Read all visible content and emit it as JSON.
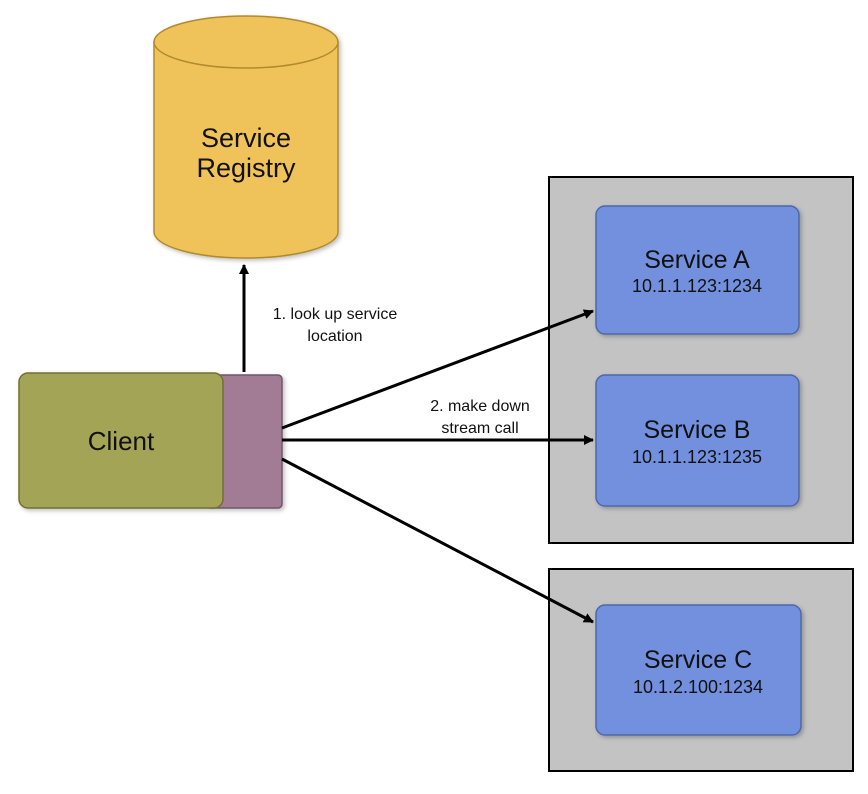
{
  "registry": {
    "title_line1": "Service",
    "title_line2": "Registry",
    "color": "#F0C35A"
  },
  "client": {
    "label": "Client",
    "color": "#A3A457",
    "connector_color": "#A17C94"
  },
  "hosts": {
    "host_color": "#C3C3C3"
  },
  "services": [
    {
      "name": "Service A",
      "address": "10.1.1.123:1234"
    },
    {
      "name": "Service B",
      "address": "10.1.1.123:1235"
    },
    {
      "name": "Service C",
      "address": "10.1.2.100:1234"
    }
  ],
  "service_color": "#7290DE",
  "edges": {
    "lookup_line1": "1. look up service",
    "lookup_line2": "location",
    "call_line1": "2. make down",
    "call_line2": "stream call"
  }
}
